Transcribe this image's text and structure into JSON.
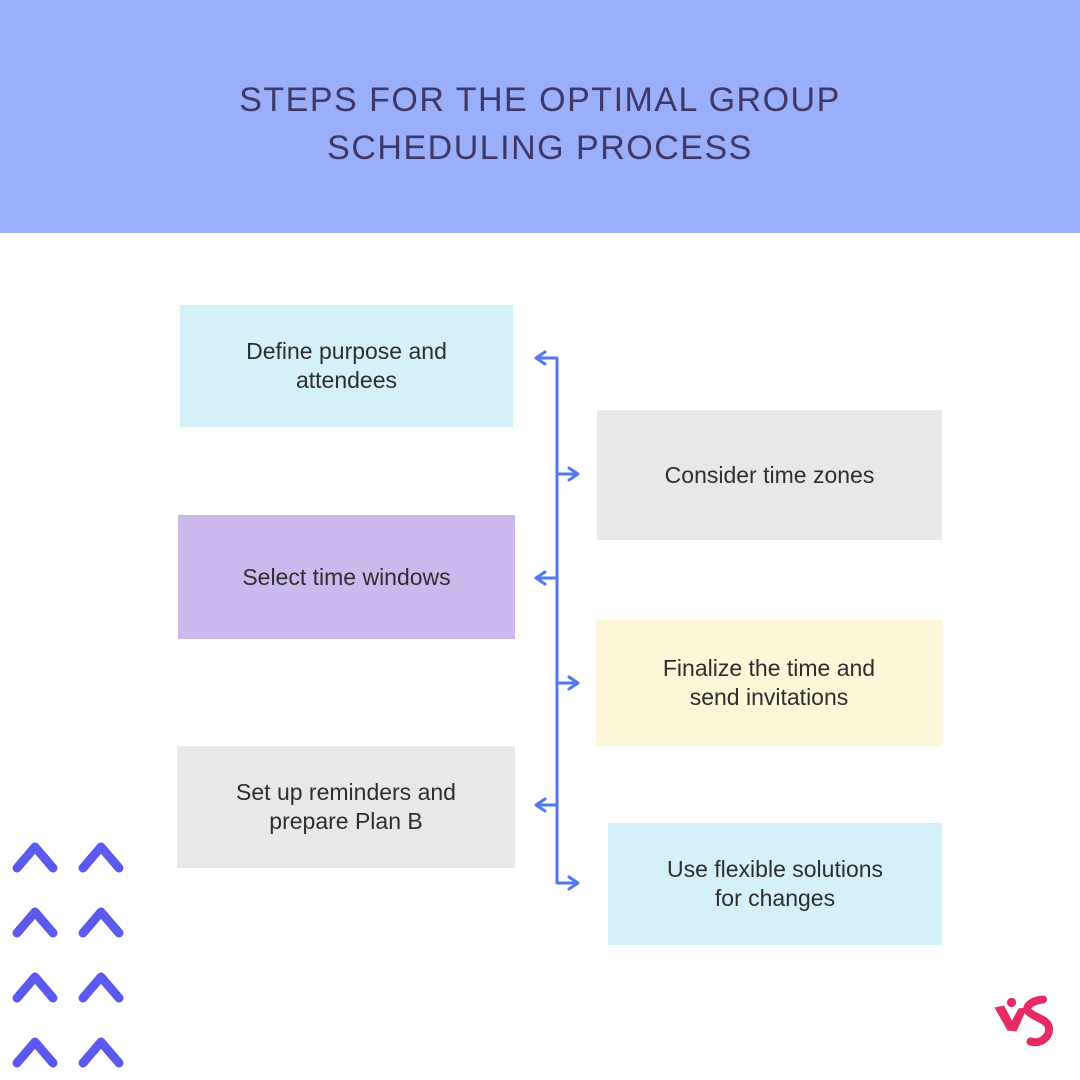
{
  "header": {
    "title": "STEPS FOR THE OPTIMAL GROUP\nSCHEDULING PROCESS",
    "bg_color": "#9AAFFA",
    "text_color": "#3D3869"
  },
  "steps": [
    {
      "label": "Define purpose and\nattendees",
      "bg_color": "#D4F0F8",
      "side": "left"
    },
    {
      "label": "Consider time zones",
      "bg_color": "#E8E8E8",
      "side": "right"
    },
    {
      "label": "Select time windows",
      "bg_color": "#CBB9ED",
      "side": "left"
    },
    {
      "label": "Finalize the time and\nsend invitations",
      "bg_color": "#FBF7D7",
      "side": "right"
    },
    {
      "label": "Set up reminders and\nprepare Plan B",
      "bg_color": "#E8E8E8",
      "side": "left"
    },
    {
      "label": "Use flexible solutions\nfor changes",
      "bg_color": "#D4F0F8",
      "side": "right"
    }
  ],
  "decorations": {
    "connector_color": "#5077F6",
    "chevron_icon": "chevron-up-icon",
    "chevron_color": "#5B59EE",
    "logo_icon": "vistacreate-logo",
    "logo_color": "#E62B62"
  },
  "step_text_color": "#2E2E2E"
}
